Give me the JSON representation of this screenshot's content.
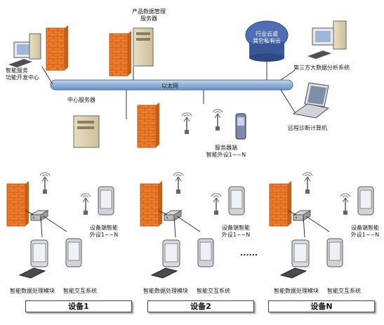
{
  "network": {
    "bus_label": "以太网"
  },
  "top": {
    "dev_center": "智能服务\n功能开发中心",
    "product_server": "产品数据管理\n服务器",
    "cloud": "行业云或\n其它私有云",
    "third_party": "第三方大数据分析系统",
    "central_server": "中心服务器",
    "remote": "远程诊断计算机",
    "server_phone": "服务器端\n智能外设1~~N"
  },
  "devices": [
    {
      "box": "设备1",
      "ext": "设备端智能\n外设1~~N",
      "proc": "智能数据处理模块",
      "inter": "智能交互系统"
    },
    {
      "box": "设备2",
      "ext": "设备端智能\n外设1~~N",
      "proc": "智能数据处理模块",
      "inter": "智能交互系统"
    },
    {
      "box": "设备N",
      "ext": "设备端智能\n外设1~~N",
      "proc": "智能数据处理模块",
      "inter": "智能交互系统"
    }
  ],
  "ellipsis": "......",
  "colors": {
    "bus": "#8fb1d6",
    "firewall": "#f07d2a",
    "cloud": "#4f6fb5"
  }
}
